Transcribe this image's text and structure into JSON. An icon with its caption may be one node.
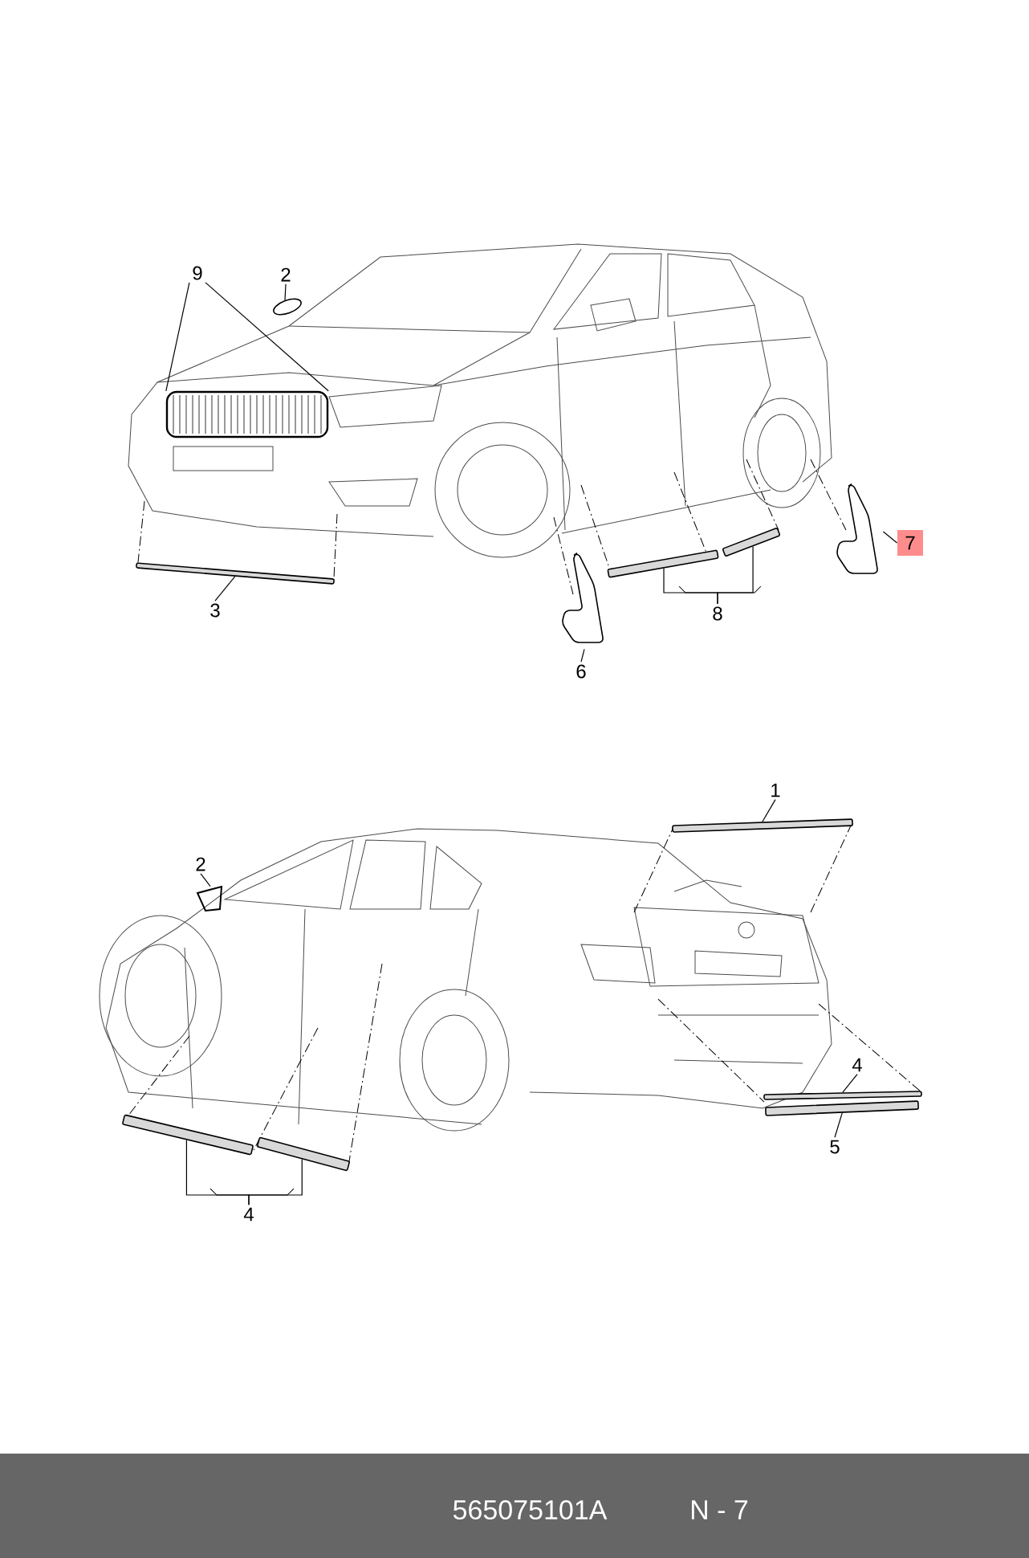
{
  "diagram": {
    "nodes": [
      {
        "text": [
          "9"
        ]
      },
      {
        "text": [
          "2"
        ]
      },
      {
        "text": [],
        "shape": "picture"
      },
      {
        "text": [],
        "shape": "picture"
      },
      {
        "text": [
          "3"
        ]
      },
      {
        "text": [],
        "shape": "bar"
      },
      {
        "text": [],
        "shape": "picture"
      },
      {
        "text": [
          "6"
        ]
      },
      {
        "text": [],
        "shape": "bar"
      },
      {
        "text": [],
        "shape": "bar"
      },
      {
        "text": [
          "8"
        ]
      },
      {
        "text": [],
        "shape": "picture"
      },
      {
        "text": [
          "7"
        ]
      },
      {
        "text": [
          "1"
        ]
      },
      {
        "text": [],
        "shape": "bar"
      },
      {
        "text": [
          "2"
        ]
      },
      {
        "text": [],
        "shape": "picture"
      },
      {
        "text": [],
        "shape": "bar"
      },
      {
        "text": [],
        "shape": "bar"
      },
      {
        "text": [
          "4"
        ]
      },
      {
        "text": [],
        "shape": "bar"
      },
      {
        "text": [
          "4"
        ]
      },
      {
        "text": [],
        "shape": "bar"
      },
      {
        "text": [
          "5"
        ]
      }
    ],
    "edges": [
      {
        "from": 0,
        "to": 2,
        "arrow": "none"
      },
      {
        "from": 0,
        "to": 2,
        "arrow": "none"
      },
      {
        "from": 1,
        "to": 3,
        "arrow": "none"
      },
      {
        "from": 4,
        "to": 5,
        "arrow": "none"
      },
      {
        "from": 7,
        "to": 6,
        "arrow": "none"
      },
      {
        "from": 10,
        "to": 8,
        "arrow": "none"
      },
      {
        "from": 10,
        "to": 9,
        "arrow": "none"
      },
      {
        "from": 12,
        "to": 11,
        "arrow": "none"
      },
      {
        "from": 13,
        "to": 14,
        "arrow": "none"
      },
      {
        "from": 15,
        "to": 16,
        "arrow": "none"
      },
      {
        "from": 19,
        "to": 17,
        "arrow": "none"
      },
      {
        "from": 19,
        "to": 18,
        "arrow": "none"
      },
      {
        "from": 21,
        "to": 20,
        "arrow": "none"
      },
      {
        "from": 23,
        "to": 22,
        "arrow": "none"
      }
    ],
    "labels": [
      "565075101A",
      "N - 7"
    ]
  }
}
